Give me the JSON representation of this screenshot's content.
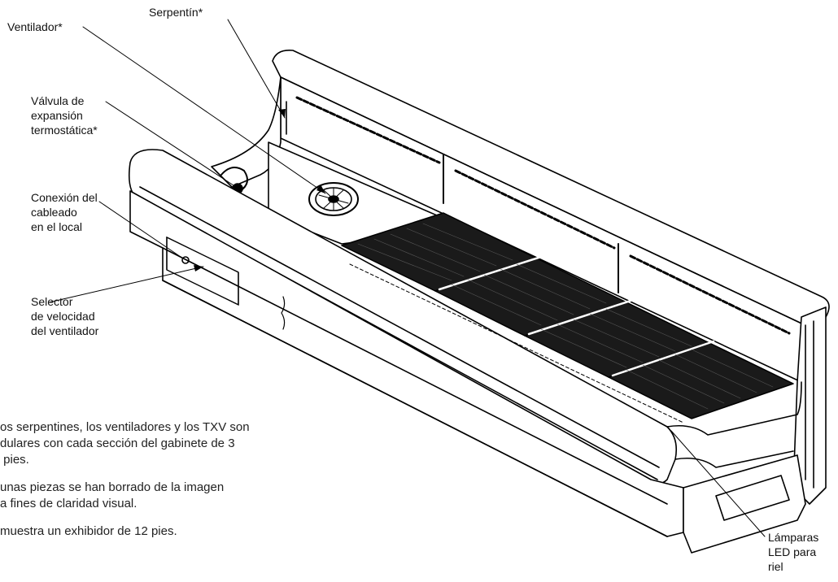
{
  "labels": {
    "serpentin": "Serpentín*",
    "ventilador": "Ventilador*",
    "valvula": "Válvula de\nexpansión\ntermostática*",
    "conexion": "Conexión del\ncableado\nen el local",
    "selector": "Selector\nde velocidad\ndel ventilador",
    "lamparas": "Lámparas\nLED para\nriel"
  },
  "notes": [
    "os serpentines, los ventiladores y los TXV son\ndulares con cada sección del gabinete de 3\n pies.",
    "unas piezas se han borrado de la imagen\na fines de claridad visual.",
    "muestra un exhibidor de 12 pies."
  ]
}
